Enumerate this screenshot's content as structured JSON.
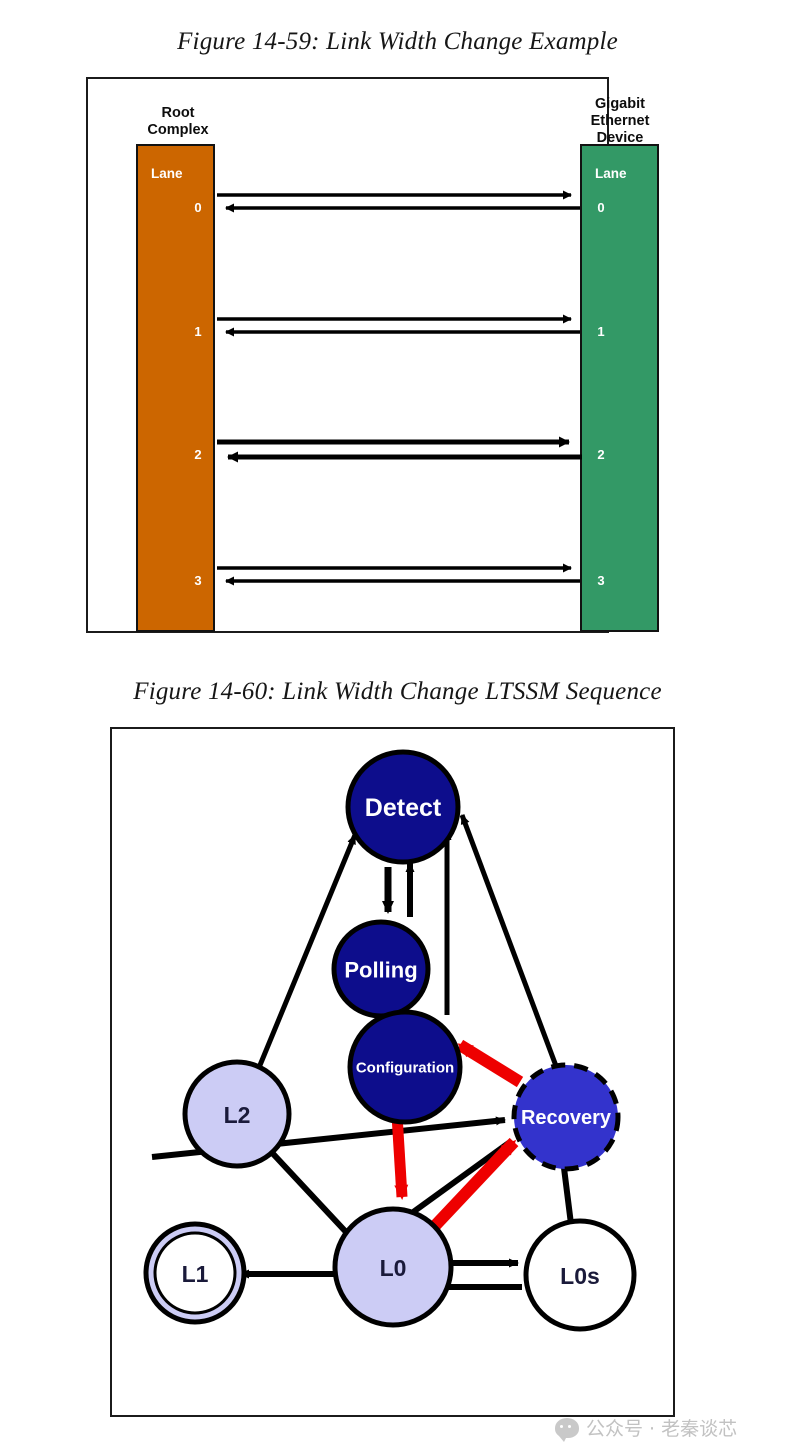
{
  "figure1": {
    "caption": "Figure 14-59: Link Width Change Example",
    "left_device": {
      "title": "Root\nComplex",
      "lane_word": "Lane",
      "color": "#cc6600",
      "lanes": [
        "0",
        "1",
        "2",
        "3"
      ]
    },
    "right_device": {
      "title": "Gigabit\nEthernet\nDevice",
      "lane_word": "Lane",
      "color": "#339966",
      "lanes": [
        "0",
        "1",
        "2",
        "3"
      ]
    },
    "links": [
      {
        "lane": "0",
        "directions": [
          "right",
          "left"
        ],
        "emphasis": "normal"
      },
      {
        "lane": "1",
        "directions": [
          "right",
          "left"
        ],
        "emphasis": "normal"
      },
      {
        "lane": "2",
        "directions": [
          "right",
          "left"
        ],
        "emphasis": "bold"
      },
      {
        "lane": "3",
        "directions": [
          "right",
          "left"
        ],
        "emphasis": "normal"
      }
    ]
  },
  "figure2": {
    "caption": "Figure 14-60: Link Width Change LTSSM Sequence",
    "states": [
      {
        "id": "detect",
        "label": "Detect",
        "fill": "#0d0d8c",
        "text": "light",
        "border": "solid",
        "ring": false
      },
      {
        "id": "polling",
        "label": "Polling",
        "fill": "#0d0d8c",
        "text": "light",
        "border": "solid",
        "ring": false
      },
      {
        "id": "configuration",
        "label": "Configuration",
        "fill": "#0d0d8c",
        "text": "light",
        "border": "solid",
        "ring": false
      },
      {
        "id": "recovery",
        "label": "Recovery",
        "fill": "#3333cc",
        "text": "light",
        "border": "dashed",
        "ring": false
      },
      {
        "id": "l2",
        "label": "L2",
        "fill": "#ccccf5",
        "text": "dark",
        "border": "solid",
        "ring": false
      },
      {
        "id": "l1",
        "label": "L1",
        "fill": "#ffffff",
        "text": "dark",
        "border": "solid",
        "ring": true
      },
      {
        "id": "l0",
        "label": "L0",
        "fill": "#ccccf5",
        "text": "dark",
        "border": "solid",
        "ring": false
      },
      {
        "id": "l0s",
        "label": "L0s",
        "fill": "#ffffff",
        "text": "dark",
        "border": "solid",
        "ring": false
      }
    ],
    "highlight_color": "#ee0000",
    "highlighted_transitions": [
      {
        "from": "configuration",
        "to": "l0"
      },
      {
        "from": "l0",
        "to": "recovery"
      },
      {
        "from": "recovery",
        "to": "configuration"
      }
    ]
  },
  "watermark": {
    "text": "公众号 · 老秦谈芯"
  }
}
